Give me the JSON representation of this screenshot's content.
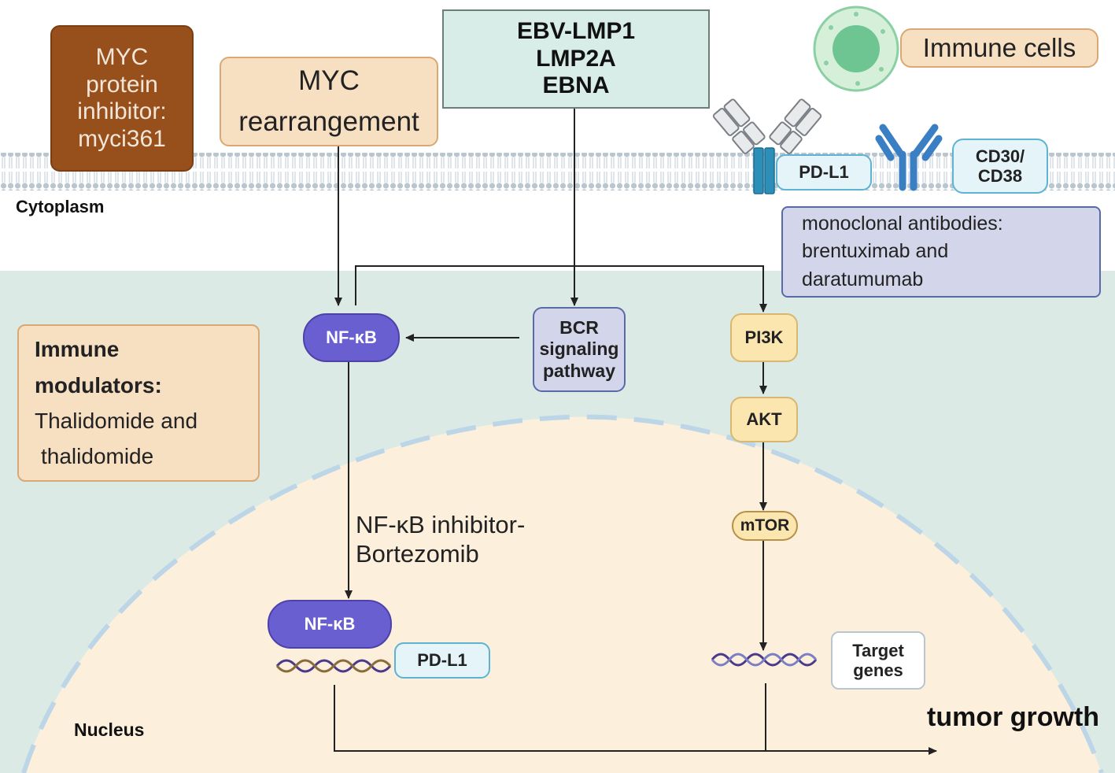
{
  "myc_inhibitor": {
    "lines": [
      "MYC",
      "protein",
      "inhibitor:",
      "myci361"
    ]
  },
  "myc_rearrangement": {
    "lines": [
      "MYC",
      "rearrangement"
    ]
  },
  "ebv": {
    "lines": [
      "EBV-LMP1",
      "LMP2A",
      "EBNA"
    ]
  },
  "immune_cells": "Immune cells",
  "membrane": {
    "pd_l1": "PD-L1",
    "cd30_cd38": [
      "CD30/",
      "CD38"
    ]
  },
  "cytoplasm_label": "Cytoplasm",
  "nucleus_label": "Nucleus",
  "monoclonal": {
    "lines": [
      "monoclonal antibodies:",
      "brentuximab and",
      "daratumumab"
    ]
  },
  "immune_modulators": {
    "title": [
      "Immune",
      "modulators:"
    ],
    "body": [
      "Thalidomide and",
      "thalidomide"
    ]
  },
  "nfkb_cyto": "NF-κB",
  "bcr": {
    "lines": [
      "BCR",
      "signaling",
      "pathway"
    ]
  },
  "pi3k": "PI3K",
  "akt": "AKT",
  "mtor": "mTOR",
  "nfkb_inhibitor": {
    "lines": [
      "NF-κB inhibitor-",
      "Bortezomib"
    ]
  },
  "nfkb_nucleus": "NF-κB",
  "pd_l1_nucleus": "PD-L1",
  "target_genes": {
    "lines": [
      "Target",
      "genes"
    ]
  },
  "tumor_growth": "tumor growth",
  "colors": {
    "cytoplasm": "#dceae5",
    "nucleus": "#fcefdc",
    "nfkb": "#6a5fd1",
    "brown": "#97501c",
    "tan": "#f7dfc2",
    "teal_box": "#d9ede8",
    "light_blue": "#e4f4f9",
    "lavender": "#d3d6ea",
    "yellow": "#fbe6b0",
    "immune_cell": "#7fcf9e",
    "receptor_blue": "#3a7fc4",
    "dna": "#4a3a8a"
  }
}
